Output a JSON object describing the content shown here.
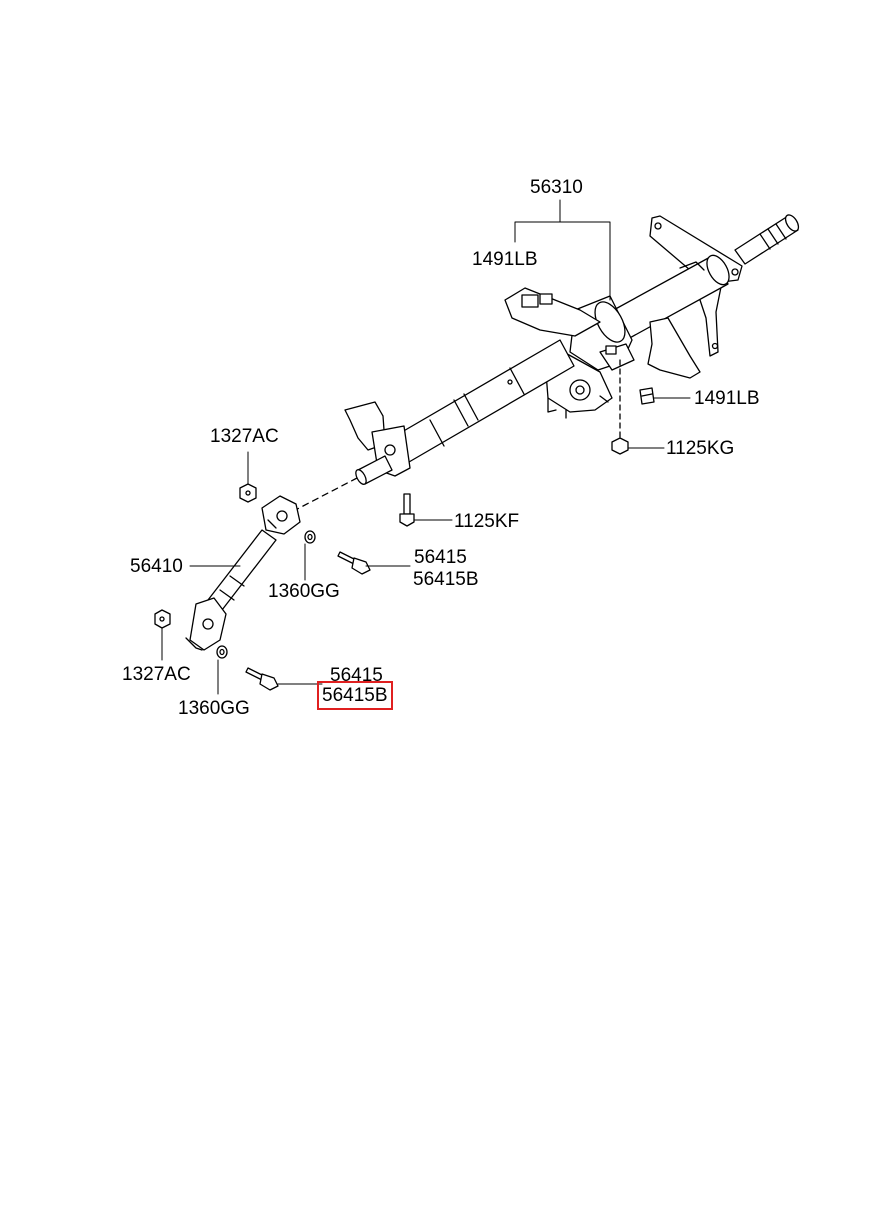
{
  "labels": {
    "assembly": "56310",
    "upper_clip": "1491LB",
    "side_clip": "1491LB",
    "nut_kg": "1125KG",
    "bolt_kf": "1125KF",
    "nut_upper": "1327AC",
    "nut_lower": "1327AC",
    "shaft": "56410",
    "bolt_upper": "56415",
    "bolt_upper_b": "56415B",
    "washer_upper": "1360GG",
    "bolt_lower": "56415",
    "bolt_lower_b": "56415B",
    "washer_lower": "1360GG"
  },
  "highlight": {
    "part": "56415B",
    "color": "#e02020"
  }
}
